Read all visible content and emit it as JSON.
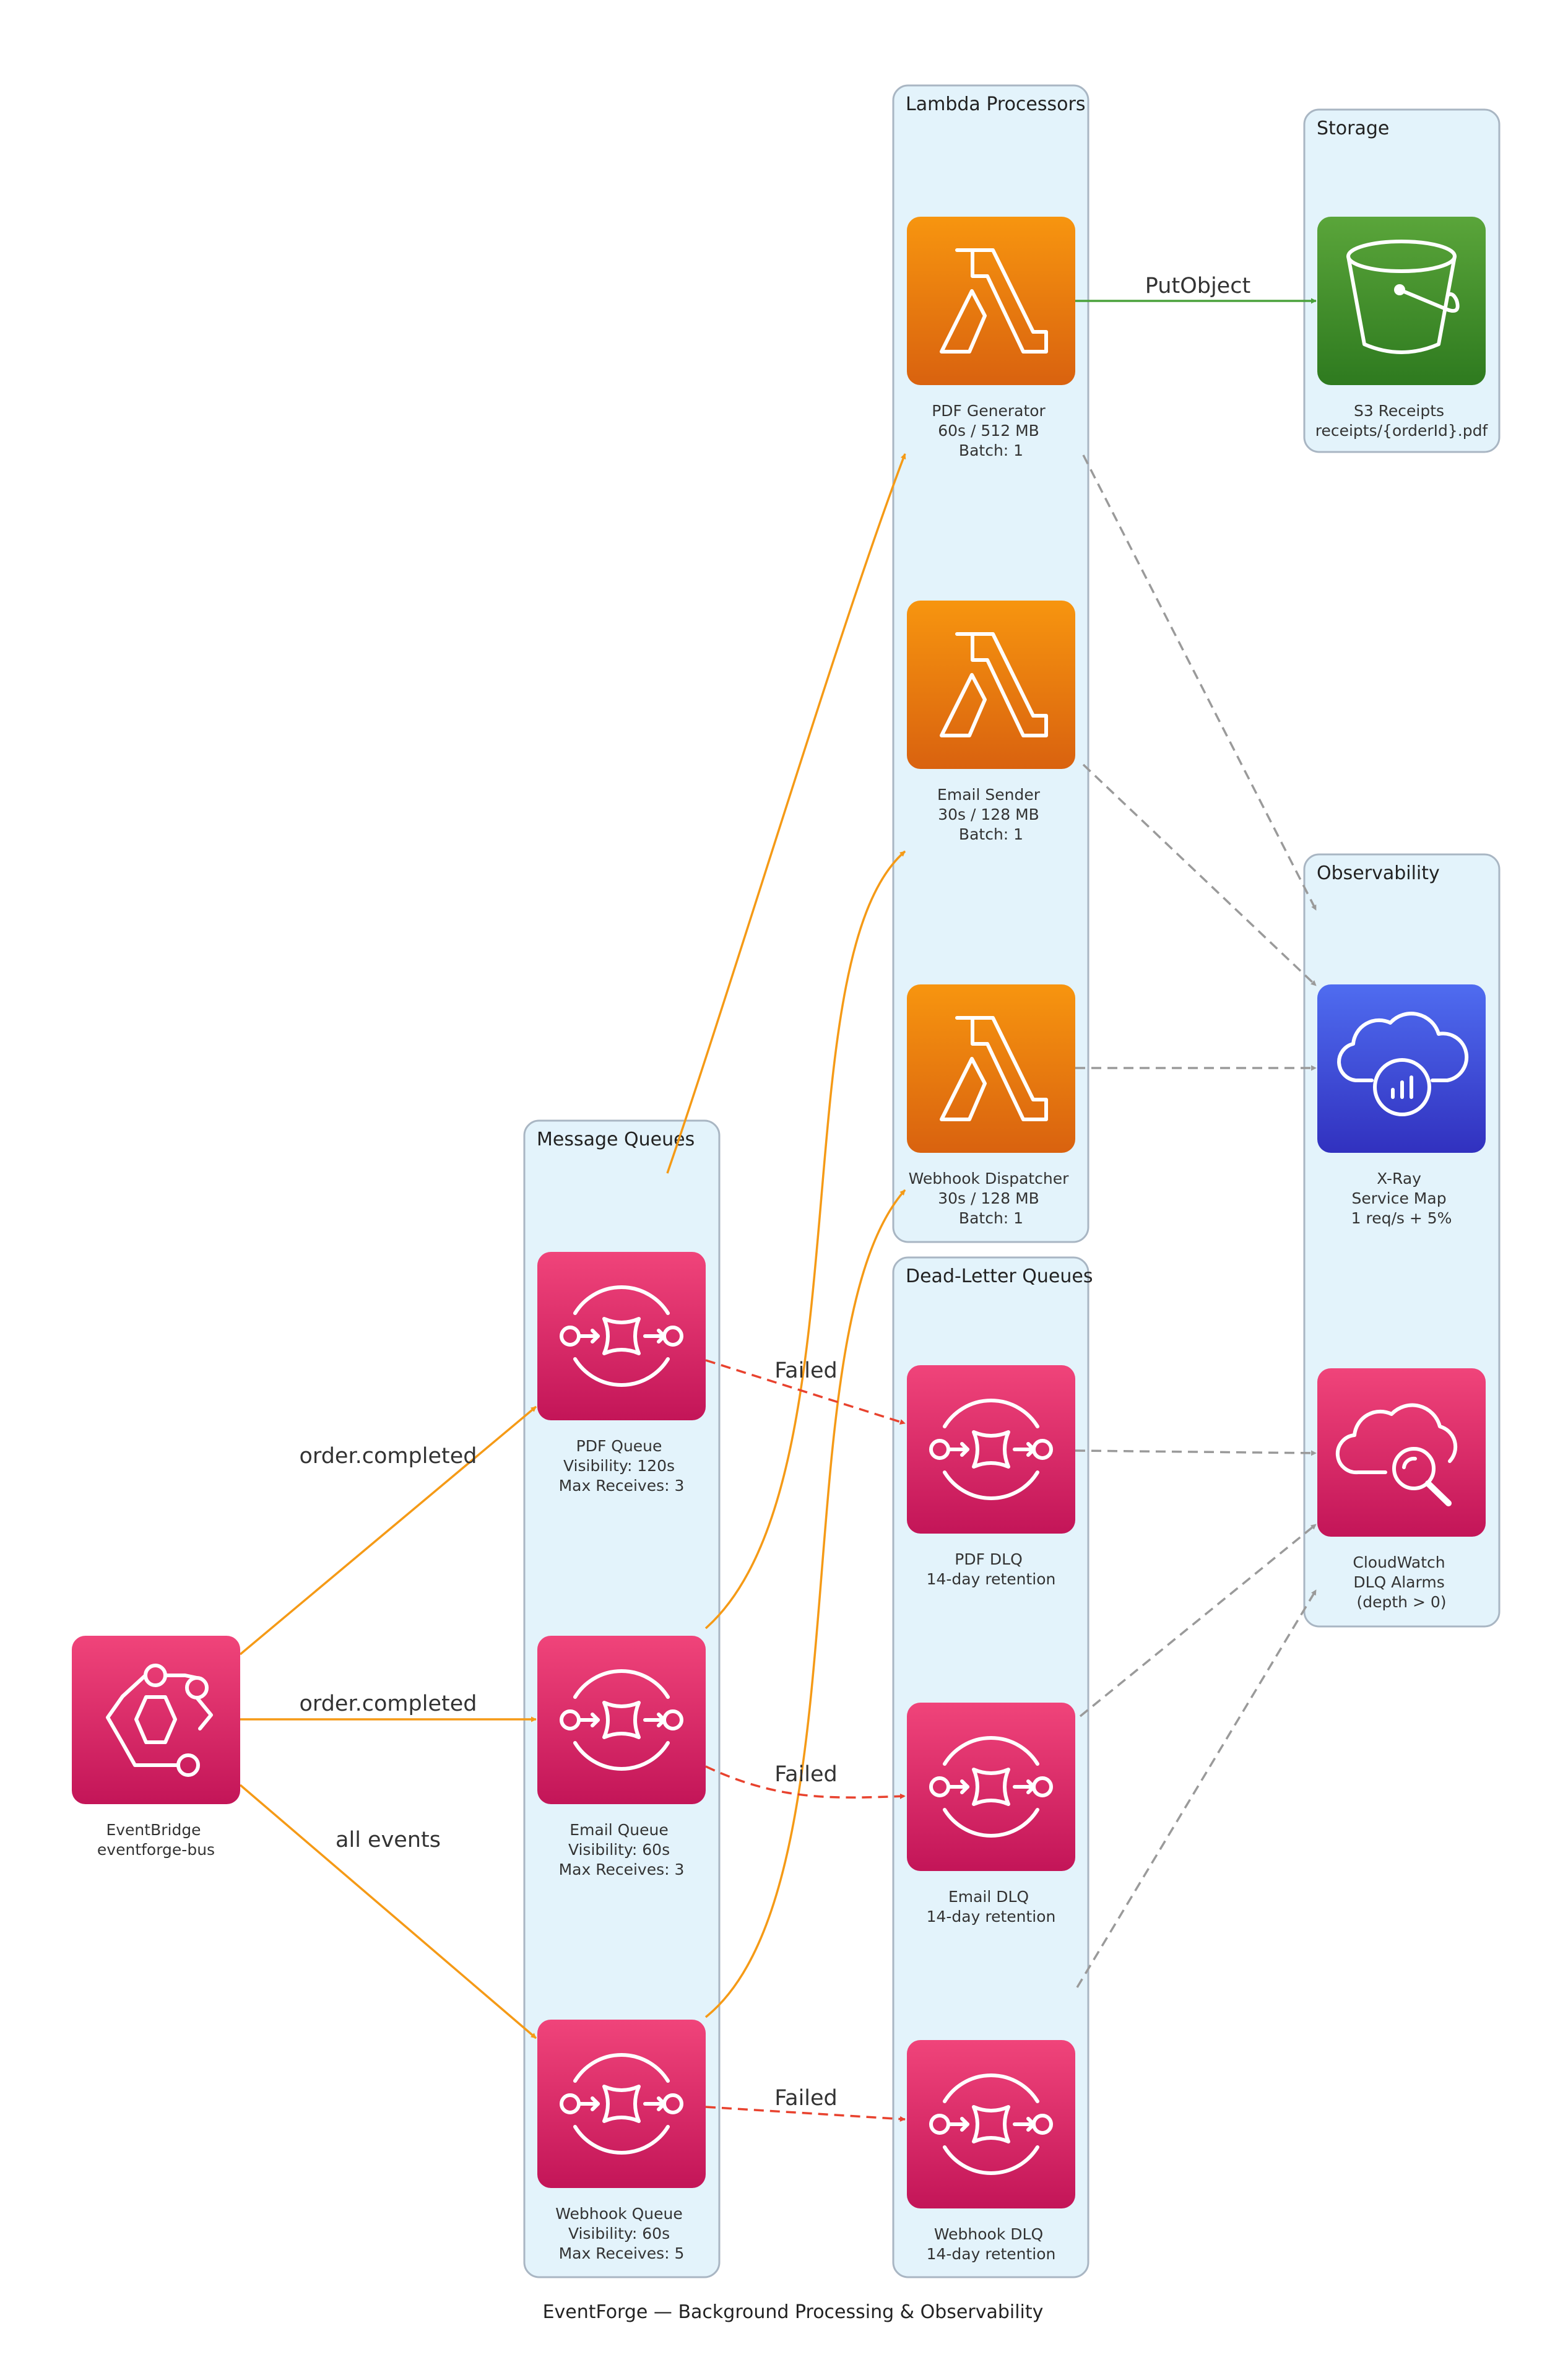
{
  "caption": "EventForge — Background Processing & Observability",
  "colors": {
    "cluster_fill": "#e3f3fb",
    "cluster_border": "#a9b6c3",
    "pink_icon_top": "#f0447a",
    "pink_icon_bottom": "#c31558",
    "orange_icon_top": "#f7950f",
    "orange_icon_bottom": "#d9620f",
    "green_icon_top": "#5aa53a",
    "green_icon_bottom": "#2e7a1f",
    "blue_icon_top": "#4f6cf0",
    "blue_icon_bottom": "#3131bf",
    "edge_orange": "#f59a16",
    "edge_red": "#e8422e",
    "edge_green": "#4aa23b",
    "edge_grey": "#9a9a9a"
  },
  "clusters": {
    "queues": "Message Queues",
    "lambdas": "Lambda Processors",
    "dlqs": "Dead-Letter Queues",
    "storage": "Storage",
    "observability": "Observability"
  },
  "nodes": {
    "eventbridge": {
      "icon": "eventbridge-icon",
      "lines": [
        "EventBridge",
        "eventforge-bus"
      ]
    },
    "pdf_queue": {
      "icon": "sqs-queue-icon",
      "lines": [
        "PDF Queue",
        "Visibility: 120s",
        "Max Receives: 3"
      ]
    },
    "email_queue": {
      "icon": "sqs-queue-icon",
      "lines": [
        "Email Queue",
        "Visibility: 60s",
        "Max Receives: 3"
      ]
    },
    "webhook_queue": {
      "icon": "sqs-queue-icon",
      "lines": [
        "Webhook Queue",
        "Visibility: 60s",
        "Max Receives: 5"
      ]
    },
    "pdf_lambda": {
      "icon": "lambda-icon",
      "lines": [
        "PDF Generator",
        "60s / 512 MB",
        "Batch: 1"
      ]
    },
    "email_lambda": {
      "icon": "lambda-icon",
      "lines": [
        "Email Sender",
        "30s / 128 MB",
        "Batch: 1"
      ]
    },
    "webhook_lambda": {
      "icon": "lambda-icon",
      "lines": [
        "Webhook Dispatcher",
        "30s / 128 MB",
        "Batch: 1"
      ]
    },
    "pdf_dlq": {
      "icon": "sqs-queue-icon",
      "lines": [
        "PDF DLQ",
        "14-day retention"
      ]
    },
    "email_dlq": {
      "icon": "sqs-queue-icon",
      "lines": [
        "Email DLQ",
        "14-day retention"
      ]
    },
    "webhook_dlq": {
      "icon": "sqs-queue-icon",
      "lines": [
        "Webhook DLQ",
        "14-day retention"
      ]
    },
    "s3": {
      "icon": "s3-bucket-icon",
      "lines": [
        "S3 Receipts",
        "receipts/{orderId}.pdf"
      ]
    },
    "xray": {
      "icon": "xray-cloud-icon",
      "lines": [
        "X-Ray",
        "Service Map",
        "1 req/s + 5%"
      ]
    },
    "cloudwatch": {
      "icon": "cloudwatch-icon",
      "lines": [
        "CloudWatch",
        "DLQ Alarms",
        "(depth > 0)"
      ]
    }
  },
  "edges": {
    "eb_pdf": "order.completed",
    "eb_email": "order.completed",
    "eb_webhook": "all events",
    "pdf_failed": "Failed",
    "email_failed": "Failed",
    "webhook_failed": "Failed",
    "put_object": "PutObject"
  }
}
